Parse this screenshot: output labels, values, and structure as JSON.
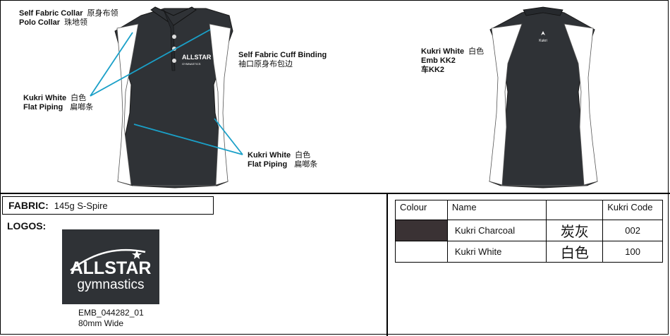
{
  "annotations": {
    "collar": {
      "line1_en": "Self Fabric Collar",
      "line1_cn": "原身布领",
      "line2_en": "Polo Collar",
      "line2_cn": "珠地领"
    },
    "piping_left": {
      "line1_en": "Kukri White",
      "line1_cn": "白色",
      "line2_en": "Flat Piping",
      "line2_cn": "扁啷条"
    },
    "cuff": {
      "line1_en": "Self Fabric Cuff Binding",
      "line2_cn": "袖口原身布包边"
    },
    "piping_bottom": {
      "line1_en": "Kukri White",
      "line1_cn": "白色",
      "line2_en": "Flat Piping",
      "line2_cn": "扁啷条"
    },
    "back_emb": {
      "line1_en": "Kukri White",
      "line1_cn": "白色",
      "line2_en": "Emb KK2",
      "line3": "车KK2"
    }
  },
  "garment": {
    "front_logo_line1": "ALLSTAR",
    "front_logo_line2": "GYMNASTICS",
    "back_logo_text": "Kukri",
    "colors": {
      "charcoal": "#2f3236",
      "white": "#ffffff",
      "trim": "#1aa0c8"
    }
  },
  "fabric": {
    "label": "FABRIC:",
    "value": "145g S-Spire"
  },
  "logos": {
    "label": "LOGOS:",
    "tile_line1": "ALLSTAR",
    "tile_line2": "gymnastics",
    "caption_line1": "EMB_044282_01",
    "caption_line2": "80mm Wide"
  },
  "colour_table": {
    "headers": [
      "Colour",
      "Name",
      "",
      "Kukri Code"
    ],
    "rows": [
      {
        "swatch": "#3a3234",
        "name": "Kukri Charcoal",
        "cn": "炭灰",
        "code": "002"
      },
      {
        "swatch": "#ffffff",
        "name": "Kukri White",
        "cn": "白色",
        "code": "100"
      }
    ]
  }
}
